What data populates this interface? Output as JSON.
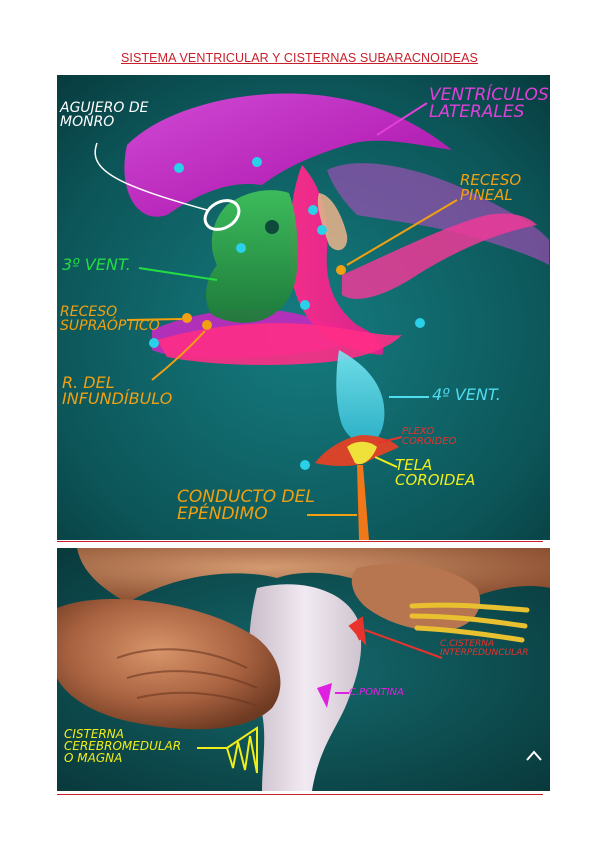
{
  "page": {
    "title": "SISTEMA VENTRICULAR Y CISTERNAS SUBARACNOIDEAS"
  },
  "figure1": {
    "labels": {
      "agujero_monro": "AGUJERO DE\nMONRO",
      "ventriculos_laterales": "VENTRÍCULOS\nLATERALES",
      "receso_pineal": "RECESO\nPINEAL",
      "tercer_ventriculo": "3º VENT.",
      "receso_supraoptico": "RECESO\nSUPRAÓPTICO",
      "receso_infundibulo": "R. DEL\nINFUNDÍBULO",
      "cuarto_ventriculo": "4º VENT.",
      "plexo_coroideo": "PLEXO\nCOROIDEO",
      "tela_coroidea": "TELA\nCOROIDEA",
      "conducto_ependimo": "CONDUCTO DEL\nEPÉNDIMO"
    },
    "colors": {
      "background": "#0e5a5e",
      "lateral_ventricles": "#d62ad0",
      "third_ventricle": "#2aa84a",
      "fourth_ventricle": "#5ad8e8",
      "ependymal_canal": "#f07818",
      "label_white": "#ffffff",
      "label_magenta": "#e040d8",
      "label_orange": "#f0a010",
      "label_green": "#22dd44",
      "label_cyan": "#50ddf0",
      "label_red": "#e8322c",
      "label_yellow": "#f0ee1a"
    }
  },
  "figure2": {
    "labels": {
      "cisterna_interpeduncular": "C.CISTERNA\nINTERPEDUNCULAR",
      "cisterna_pontina": "C.PONTINA",
      "cisterna_magna": "CISTERNA\nCEREBROMEDULAR\nO MAGNA"
    },
    "colors": {
      "background": "#0e4a4e",
      "cerebellum": "#b06a44",
      "brainstem": "#e6dce6",
      "nerves": "#e8c030",
      "label_red": "#e8322c",
      "label_magenta": "#e020e0",
      "label_yellow": "#f0ee1a"
    }
  }
}
